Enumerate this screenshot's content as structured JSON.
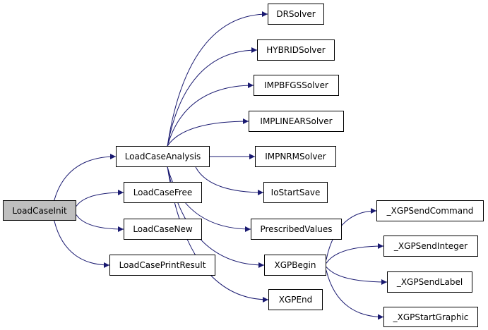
{
  "colors": {
    "edge": "#191970",
    "node_border": "#000000",
    "node_fill": "#ffffff",
    "root_fill": "#bfbfbf"
  },
  "nodes": {
    "root": "LoadCaseInit",
    "analysis": "LoadCaseAnalysis",
    "free": "LoadCaseFree",
    "new": "LoadCaseNew",
    "print": "LoadCasePrintResult",
    "dr": "DRSolver",
    "hybrid": "HYBRIDSolver",
    "impbfgs": "IMPBFGSSolver",
    "implinear": "IMPLINEARSolver",
    "impnrm": "IMPNRMSolver",
    "iostart": "IoStartSave",
    "prescribed": "PrescribedValues",
    "xgpbegin": "XGPBegin",
    "xgpend": "XGPEnd",
    "sendcmd": "_XGPSendCommand",
    "sendint": "_XGPSendInteger",
    "sendlabel": "_XGPSendLabel",
    "startgfx": "_XGPStartGraphic"
  },
  "edges": [
    [
      "root",
      "analysis"
    ],
    [
      "root",
      "free"
    ],
    [
      "root",
      "new"
    ],
    [
      "root",
      "print"
    ],
    [
      "analysis",
      "dr"
    ],
    [
      "analysis",
      "hybrid"
    ],
    [
      "analysis",
      "impbfgs"
    ],
    [
      "analysis",
      "implinear"
    ],
    [
      "analysis",
      "impnrm"
    ],
    [
      "analysis",
      "iostart"
    ],
    [
      "analysis",
      "prescribed"
    ],
    [
      "analysis",
      "xgpbegin"
    ],
    [
      "analysis",
      "xgpend"
    ],
    [
      "xgpbegin",
      "sendcmd"
    ],
    [
      "xgpbegin",
      "sendint"
    ],
    [
      "xgpbegin",
      "sendlabel"
    ],
    [
      "xgpbegin",
      "startgfx"
    ]
  ]
}
